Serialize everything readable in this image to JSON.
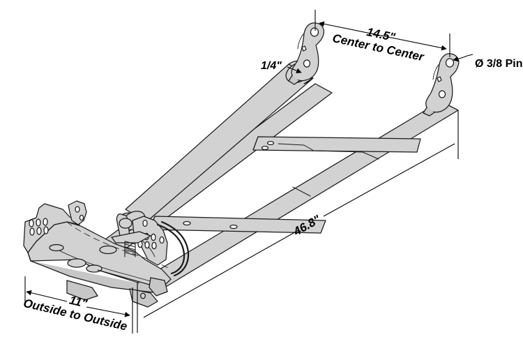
{
  "drawing": {
    "title": "Snowplow A-Frame Push Frame Assembly Dimensioned Drawing",
    "type": "isometric-technical-line-drawing",
    "colors": {
      "background": "#ffffff",
      "outline": "#1a1a1a",
      "fill_light": "#e2e2e2",
      "fill_mid": "#d2d2d2",
      "fill_dark": "#bdbdbd",
      "dimension_line": "#000000",
      "text": "#000000"
    },
    "annotations": [
      {
        "id": "dim-center-to-center",
        "line1": "14.5\"",
        "line2": "Center to Center",
        "style": "italic-bold",
        "kind": "linear-dimension"
      },
      {
        "id": "dim-material-thickness",
        "line1": "1/4\"",
        "line2": "",
        "style": "italic-bold",
        "kind": "leader-callout"
      },
      {
        "id": "note-pin-diameter",
        "line1": "Ø 3/8 Pin",
        "line2": "",
        "style": "bold",
        "kind": "leader-callout"
      },
      {
        "id": "dim-overall-length",
        "line1": "46.8\"",
        "line2": "",
        "style": "italic-bold",
        "kind": "linear-dimension"
      },
      {
        "id": "dim-outside-to-outside",
        "line1": "11\"",
        "line2": "Outside to Outside",
        "style": "italic-bold",
        "kind": "linear-dimension"
      }
    ],
    "labels": {
      "center_to_center_value": "14.5\"",
      "center_to_center_note": "Center to Center",
      "thickness_value": "1/4\"",
      "pin_note": "Ø 3/8 Pin",
      "length_value": "46.8\"",
      "width_value": "11\"",
      "width_note": "Outside to Outside"
    }
  }
}
